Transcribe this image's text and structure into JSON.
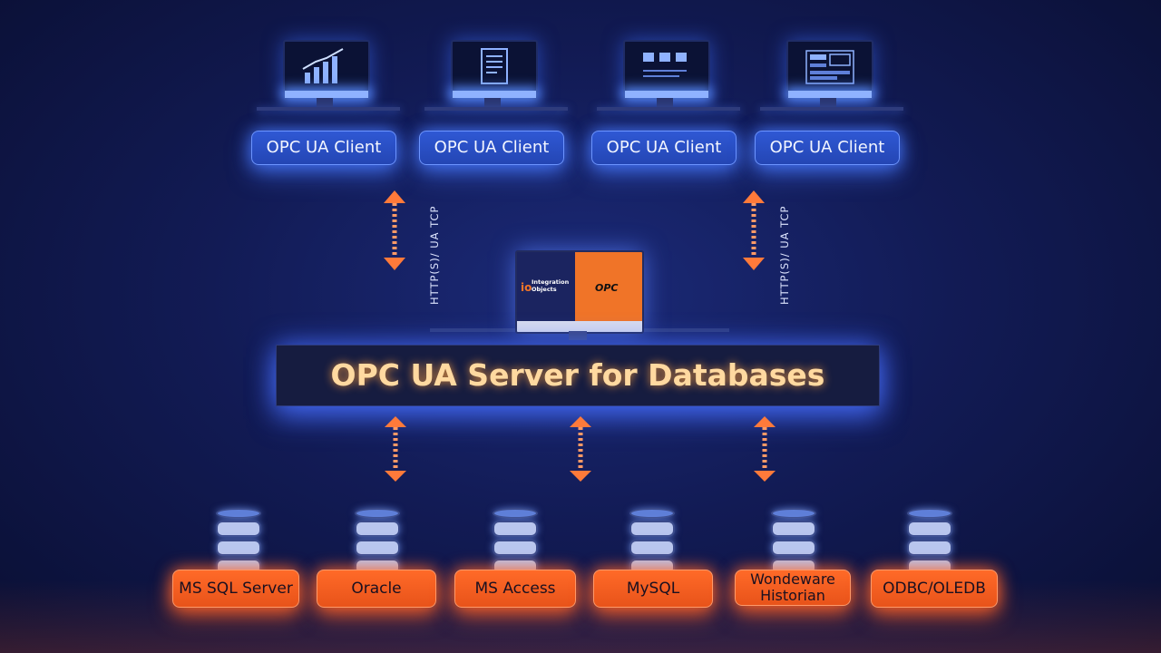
{
  "clients": [
    {
      "label": "OPC UA Client",
      "icon": "chart-icon"
    },
    {
      "label": "OPC UA Client",
      "icon": "document-icon"
    },
    {
      "label": "OPC UA Client",
      "icon": "dashboard-icon"
    },
    {
      "label": "OPC UA Client",
      "icon": "report-icon"
    }
  ],
  "protocol_label": "HTTP(S)/ UA TCP",
  "server": {
    "title": "OPC UA Server for Databases",
    "logo_left_text": "Integration Objects",
    "logo_right_text": "OPC"
  },
  "databases": [
    {
      "label": "MS SQL Server"
    },
    {
      "label": "Oracle"
    },
    {
      "label": "MS Access"
    },
    {
      "label": "MySQL"
    },
    {
      "label": "Wondeware Historian"
    },
    {
      "label": "ODBC/OLEDB"
    }
  ],
  "colors": {
    "client_accent": "#2f58d4",
    "database_accent": "#ff6a28",
    "server_text": "#ffd9a0",
    "arrow": "#ff7a3a"
  }
}
